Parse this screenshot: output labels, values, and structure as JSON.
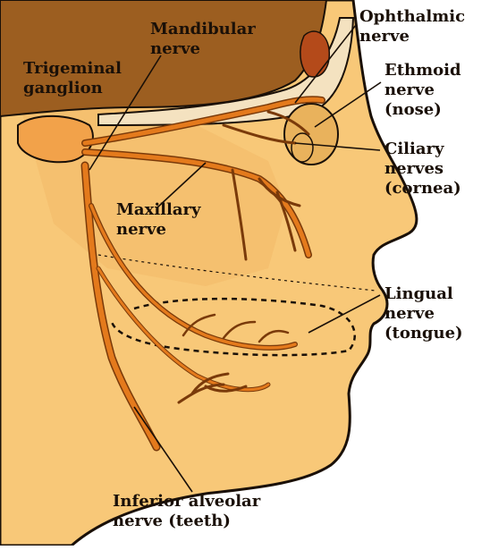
{
  "colors": {
    "skin": "#f8c878",
    "skin_dark": "#e89a50",
    "bone": "#9c5e20",
    "nerve": "#e47a1c",
    "nerve_dark": "#7a3a0a",
    "outline": "#1a1008",
    "background": "#ffffff"
  },
  "labels": {
    "trigeminal": [
      "Trigeminal",
      "ganglion"
    ],
    "mandibular": [
      "Mandibular",
      "nerve"
    ],
    "ophthalmic": [
      "Ophthalmic",
      "nerve"
    ],
    "ethmoid": [
      "Ethmoid",
      "nerve",
      "(nose)"
    ],
    "ciliary": [
      "Ciliary",
      "nerves",
      "(cornea)"
    ],
    "maxillary": [
      "Maxillary",
      "nerve"
    ],
    "lingual": [
      "Lingual",
      "nerve",
      "(tongue)"
    ],
    "alveolar": [
      "Inferior alveolar",
      "nerve (teeth)"
    ]
  }
}
